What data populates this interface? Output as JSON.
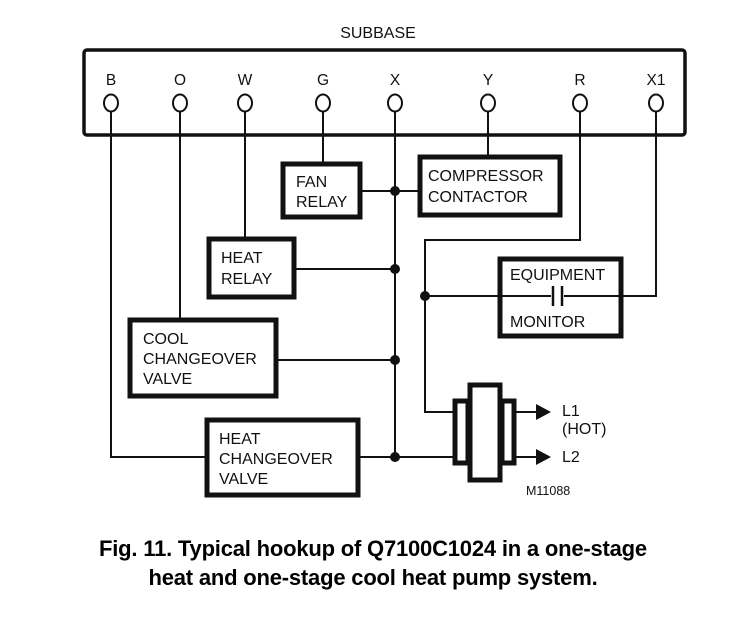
{
  "title": "SUBBASE",
  "terminals": [
    {
      "id": "B",
      "label": "B"
    },
    {
      "id": "O",
      "label": "O"
    },
    {
      "id": "W",
      "label": "W"
    },
    {
      "id": "G",
      "label": "G"
    },
    {
      "id": "X",
      "label": "X"
    },
    {
      "id": "Y",
      "label": "Y"
    },
    {
      "id": "R",
      "label": "R"
    },
    {
      "id": "X1",
      "label": "X1"
    }
  ],
  "components": {
    "fan_relay": {
      "line1": "FAN",
      "line2": "RELAY"
    },
    "compressor_contactor": {
      "line1": "COMPRESSOR",
      "line2": "CONTACTOR"
    },
    "heat_relay": {
      "line1": "HEAT",
      "line2": "RELAY"
    },
    "equipment_monitor": {
      "line1": "EQUIPMENT",
      "line2": "MONITOR"
    },
    "cool_changeover_valve": {
      "line1": "COOL",
      "line2": "CHANGEOVER",
      "line3": "VALVE"
    },
    "heat_changeover_valve": {
      "line1": "HEAT",
      "line2": "CHANGEOVER",
      "line3": "VALVE"
    }
  },
  "transformer": {
    "l1_label": "L1",
    "l1_note": "(HOT)",
    "l2_label": "L2"
  },
  "drawing_number": "M11088",
  "caption": {
    "line1": "Fig. 11. Typical hookup of Q7100C1024 in a one-stage",
    "line2": "heat and one-stage cool heat pump system."
  }
}
